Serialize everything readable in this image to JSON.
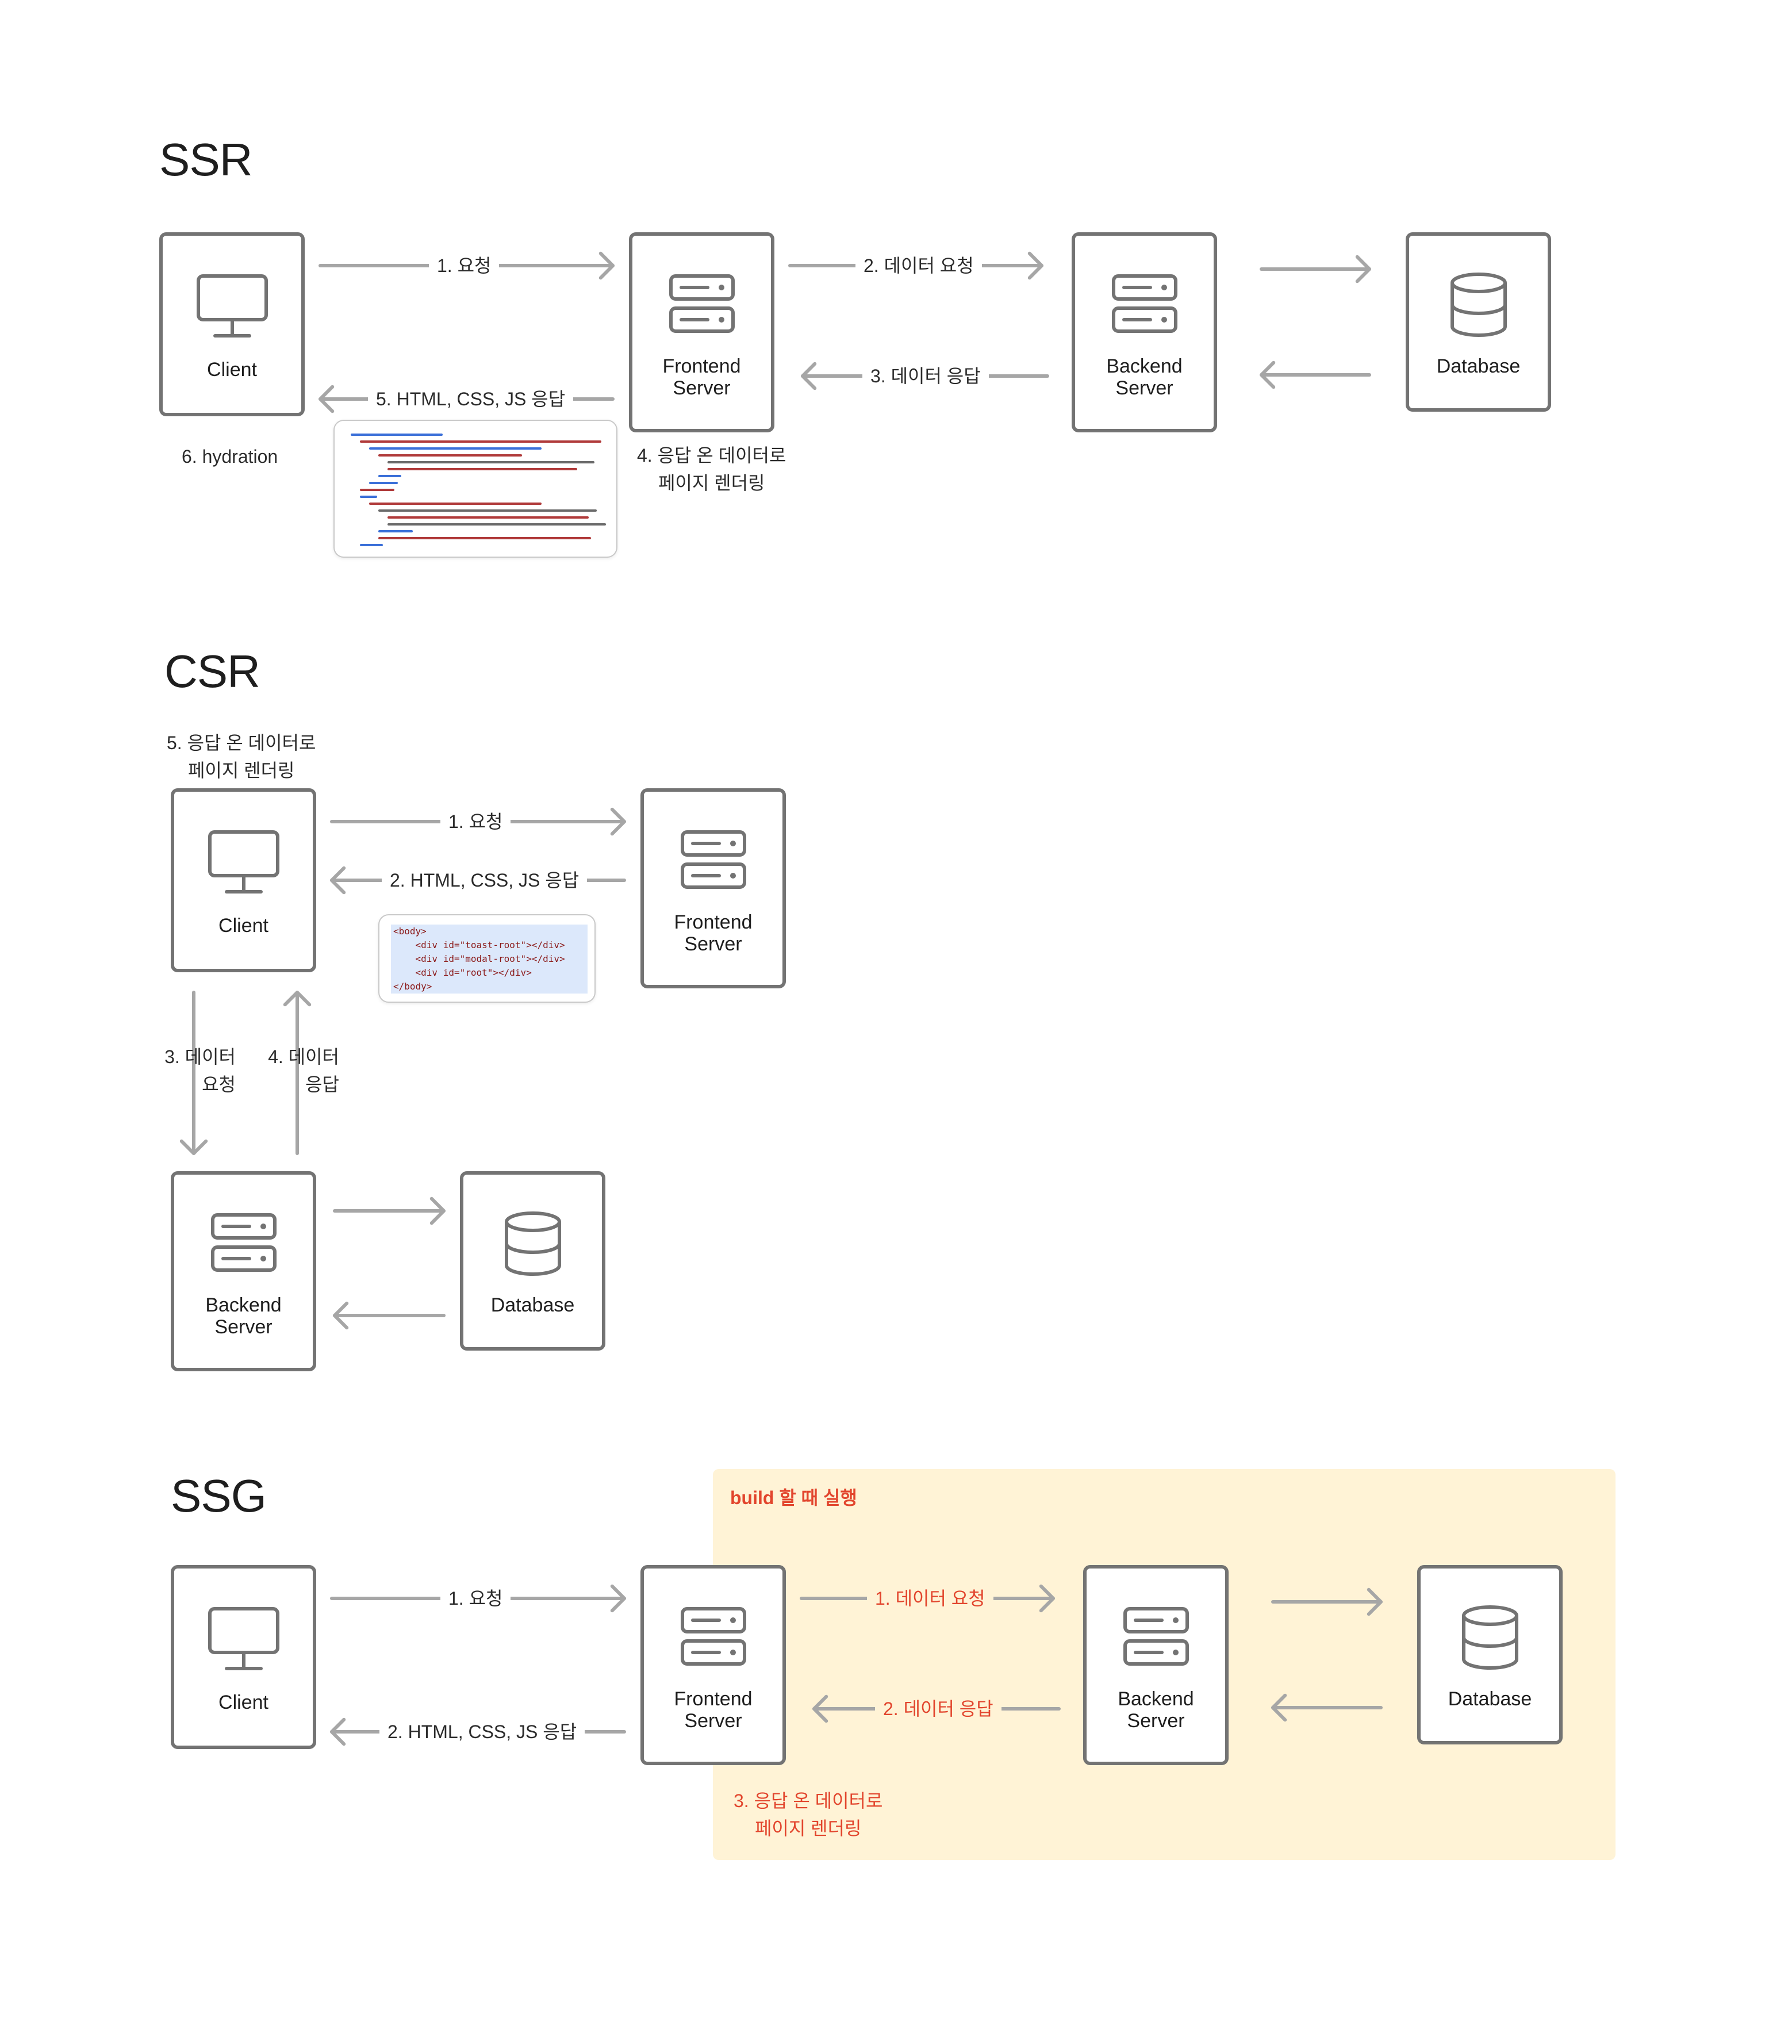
{
  "colors": {
    "stroke": "#737373",
    "arrow": "#a6a6a6",
    "accent": "#e2452d",
    "highlight": "#fff3d6"
  },
  "icons": {
    "client": "monitor-icon",
    "server": "server-icon",
    "database": "database-icon"
  },
  "ssr": {
    "title": "SSR",
    "client": "Client",
    "frontend": "Frontend\nServer",
    "backend": "Backend\nServer",
    "database": "Database",
    "step1": "1. 요청",
    "step2": "2. 데이터 요청",
    "step3": "3. 데이터 응답",
    "step4": "4. 응답 온 데이터로\n페이지 렌더링",
    "step5": "5. HTML, CSS, JS 응답",
    "step6": "6. hydration"
  },
  "csr": {
    "title": "CSR",
    "client": "Client",
    "frontend": "Frontend\nServer",
    "backend": "Backend\nServer",
    "database": "Database",
    "step1": "1. 요청",
    "step2": "2. HTML, CSS, JS 응답",
    "step3": "3. 데이터\n요청",
    "step4": "4. 데이터\n응답",
    "step5": "5. 응답 온 데이터로\n페이지 렌더링",
    "code": "<body>\n    <div id=\"toast-root\"></div>\n    <div id=\"modal-root\"></div>\n    <div id=\"root\"></div>\n</body>"
  },
  "ssg": {
    "title": "SSG",
    "client": "Client",
    "frontend": "Frontend\nServer",
    "backend": "Backend\nServer",
    "database": "Database",
    "build_label": "build 할 때 실행",
    "step1": "1. 요청",
    "step2": "2. HTML, CSS, JS 응답",
    "build1": "1. 데이터 요청",
    "build2": "2. 데이터 응답",
    "build3": "3. 응답 온 데이터로\n페이지 렌더링"
  }
}
